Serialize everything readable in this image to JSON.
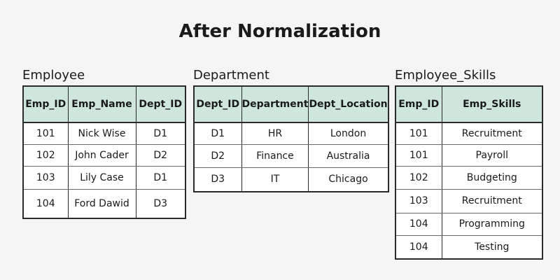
{
  "title": "After Normalization",
  "tables": {
    "employee": {
      "name": "Employee",
      "columns": [
        "Emp_ID",
        "Emp_Name",
        "Dept_ID"
      ],
      "rows": [
        [
          "101",
          "Nick Wise",
          "D1"
        ],
        [
          "102",
          "John Cader",
          "D2"
        ],
        [
          "103",
          "Lily Case",
          "D1"
        ],
        [
          "104",
          "Ford Dawid",
          "D3"
        ]
      ]
    },
    "department": {
      "name": "Department",
      "columns": [
        "Dept_ID",
        "Department",
        "Dept_Location"
      ],
      "rows": [
        [
          "D1",
          "HR",
          "London"
        ],
        [
          "D2",
          "Finance",
          "Australia"
        ],
        [
          "D3",
          "IT",
          "Chicago"
        ]
      ]
    },
    "employee_skills": {
      "name": "Employee_Skills",
      "columns": [
        "Emp_ID",
        "Emp_Skills"
      ],
      "rows": [
        [
          "101",
          "Recruitment"
        ],
        [
          "101",
          "Payroll"
        ],
        [
          "102",
          "Budgeting"
        ],
        [
          "103",
          "Recruitment"
        ],
        [
          "104",
          "Programming"
        ],
        [
          "104",
          "Testing"
        ]
      ]
    }
  },
  "colors": {
    "header_fill": "#cfe6dd",
    "border": "#2b2b2b",
    "background": "#f5f5f5"
  }
}
